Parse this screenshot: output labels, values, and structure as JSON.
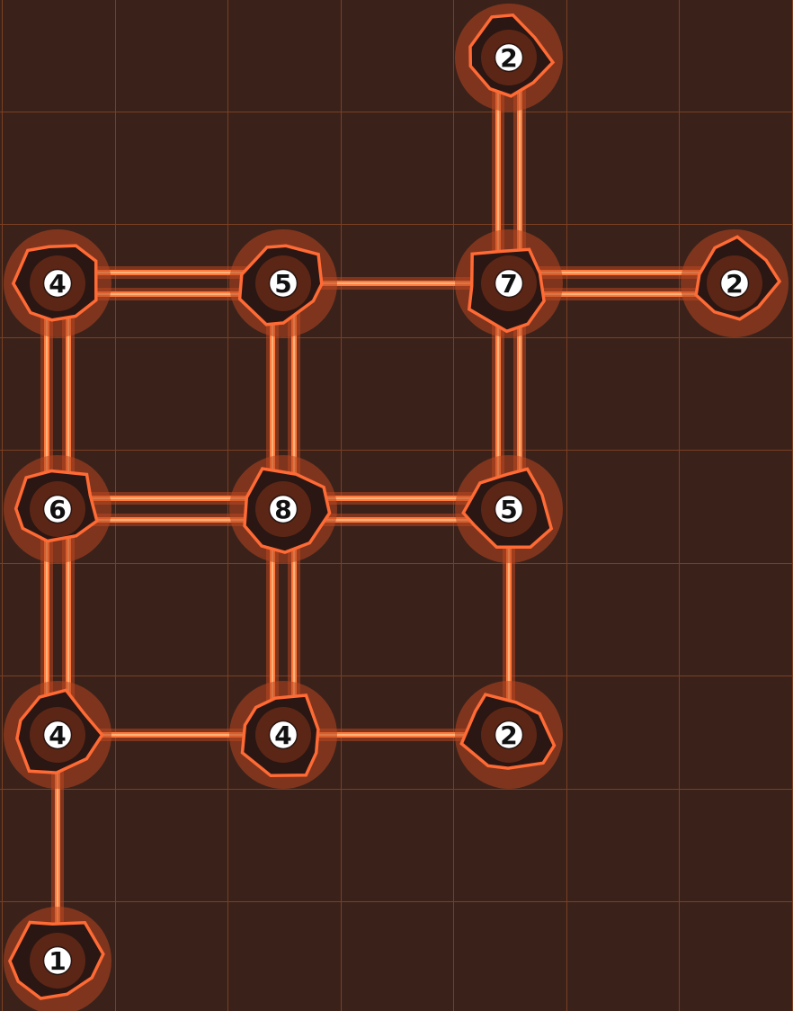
{
  "colors": {
    "background": "#3a221b",
    "grid_line": "#7a3f22",
    "bridge": "#ff7a3c",
    "bridge_core": "#ffb27a",
    "island_glow": "#b8451f",
    "island_outline": "#ff6a35",
    "island_fill": "#2a1612",
    "label_circle": "#ffffff"
  },
  "puzzle": {
    "name": "bridges-puzzle",
    "grid": {
      "cols": 7,
      "rows": 9
    },
    "islands": [
      {
        "id": "i1",
        "col": 4,
        "row": 0,
        "label": "2"
      },
      {
        "id": "i2",
        "col": 0,
        "row": 2,
        "label": "4"
      },
      {
        "id": "i3",
        "col": 2,
        "row": 2,
        "label": "5"
      },
      {
        "id": "i4",
        "col": 4,
        "row": 2,
        "label": "7"
      },
      {
        "id": "i5",
        "col": 6,
        "row": 2,
        "label": "2"
      },
      {
        "id": "i6",
        "col": 0,
        "row": 4,
        "label": "6"
      },
      {
        "id": "i7",
        "col": 2,
        "row": 4,
        "label": "8"
      },
      {
        "id": "i8",
        "col": 4,
        "row": 4,
        "label": "5"
      },
      {
        "id": "i9",
        "col": 0,
        "row": 6,
        "label": "4"
      },
      {
        "id": "i10",
        "col": 2,
        "row": 6,
        "label": "4"
      },
      {
        "id": "i11",
        "col": 4,
        "row": 6,
        "label": "2"
      },
      {
        "id": "i12",
        "col": 0,
        "row": 8,
        "label": "1"
      }
    ],
    "bridges": [
      {
        "from": "i1",
        "to": "i4",
        "count": 2
      },
      {
        "from": "i2",
        "to": "i3",
        "count": 2
      },
      {
        "from": "i3",
        "to": "i4",
        "count": 1
      },
      {
        "from": "i4",
        "to": "i5",
        "count": 2
      },
      {
        "from": "i2",
        "to": "i6",
        "count": 2
      },
      {
        "from": "i3",
        "to": "i7",
        "count": 2
      },
      {
        "from": "i4",
        "to": "i8",
        "count": 2
      },
      {
        "from": "i6",
        "to": "i7",
        "count": 2
      },
      {
        "from": "i7",
        "to": "i8",
        "count": 2
      },
      {
        "from": "i6",
        "to": "i9",
        "count": 2
      },
      {
        "from": "i7",
        "to": "i10",
        "count": 2
      },
      {
        "from": "i8",
        "to": "i11",
        "count": 1
      },
      {
        "from": "i9",
        "to": "i10",
        "count": 1
      },
      {
        "from": "i10",
        "to": "i11",
        "count": 1
      },
      {
        "from": "i9",
        "to": "i12",
        "count": 1
      }
    ]
  }
}
